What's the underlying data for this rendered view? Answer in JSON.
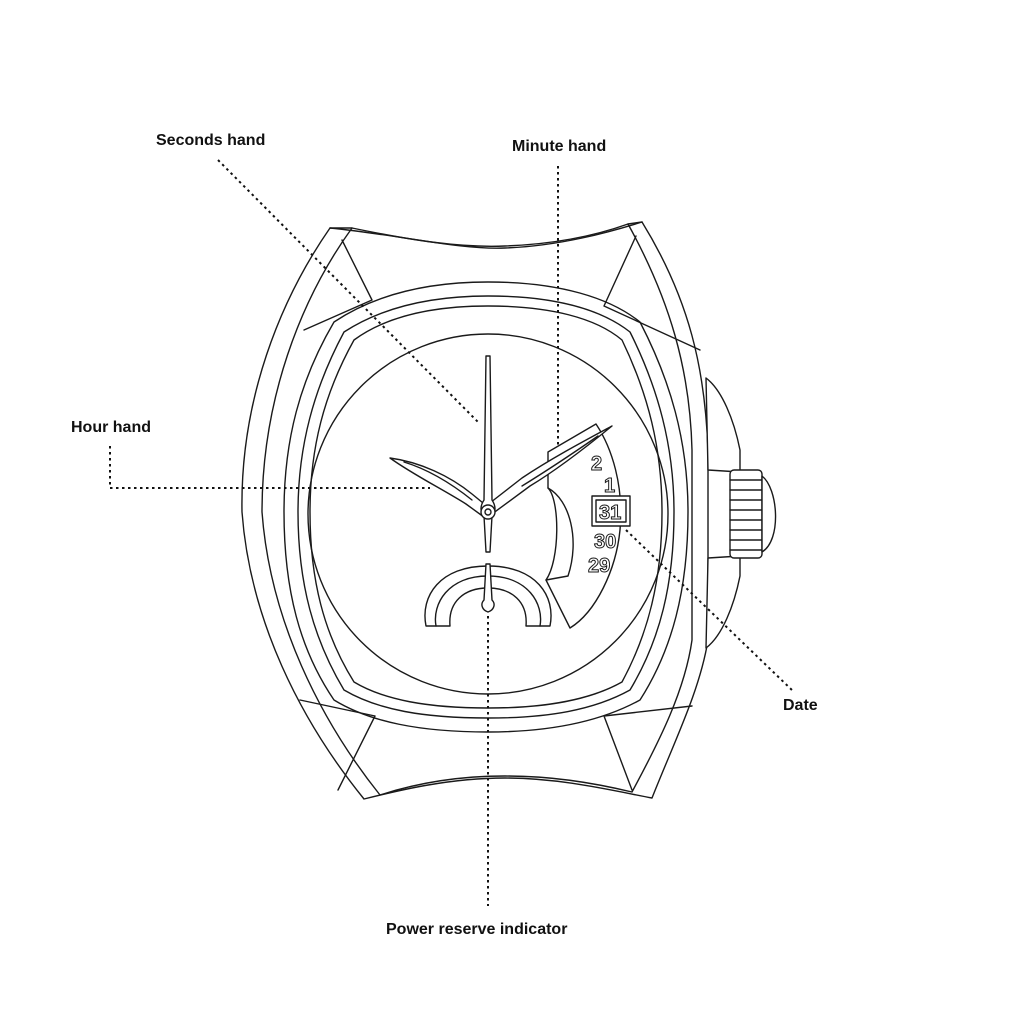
{
  "labels": {
    "seconds_hand": "Seconds hand",
    "minute_hand": "Minute hand",
    "hour_hand": "Hour hand",
    "date": "Date",
    "power_reserve": "Power reserve indicator"
  },
  "date_disc": {
    "current": "31",
    "visible": [
      "2",
      "1",
      "31",
      "30",
      "29"
    ]
  },
  "colors": {
    "line": "#1a1a1a",
    "background": "#ffffff"
  }
}
